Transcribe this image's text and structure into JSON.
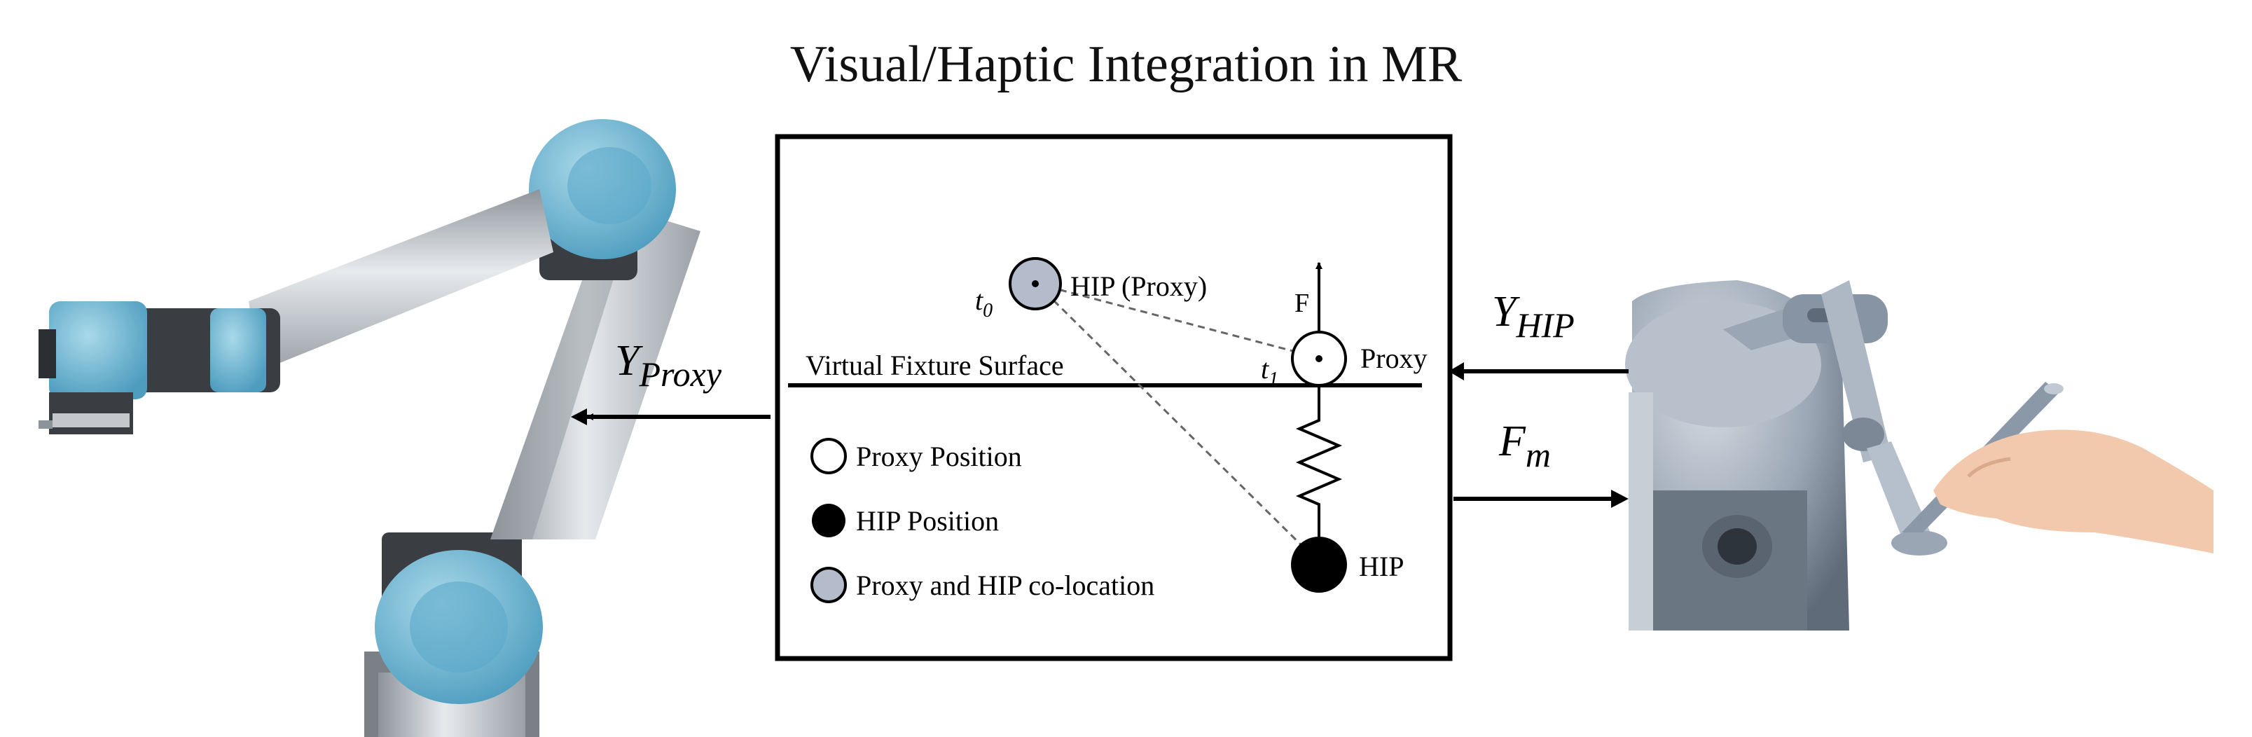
{
  "title": "Visual/Haptic Integration in MR",
  "signals": {
    "y_proxy": {
      "base": "Y",
      "sub": "Proxy"
    },
    "y_hip": {
      "base": "Y",
      "sub": "HIP"
    },
    "f_m": {
      "base": "F",
      "sub": "m"
    }
  },
  "diagram": {
    "surface_label": "Virtual Fixture Surface",
    "hip_proxy_label": "HIP (Proxy)",
    "proxy_label": "Proxy",
    "hip_label": "HIP",
    "force_label": "F",
    "t0": {
      "base": "t",
      "sub": "0"
    },
    "t1": {
      "base": "t",
      "sub": "1"
    }
  },
  "legend": [
    {
      "label": "Proxy Position",
      "fill": "#ffffff"
    },
    {
      "label": "HIP Position",
      "fill": "#000000"
    },
    {
      "label": "Proxy and HIP co-location",
      "fill": "#b4bccc"
    }
  ],
  "colors": {
    "robot_joint": "#6fb6d3",
    "robot_link": "#b9bec4",
    "robot_dark": "#3a3d42",
    "haptic_body": "#9aa6b4",
    "skin": "#f2c9ad"
  }
}
